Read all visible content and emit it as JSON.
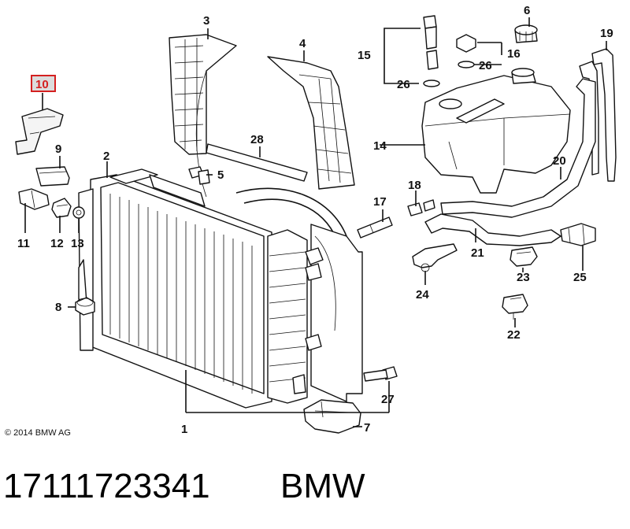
{
  "labels": {
    "l1": "1",
    "l2": "2",
    "l3": "3",
    "l4": "4",
    "l5": "5",
    "l6": "6",
    "l7": "7",
    "l8": "8",
    "l9": "9",
    "l10": "10",
    "l11": "11",
    "l12": "12",
    "l13": "13",
    "l14": "14",
    "l15": "15",
    "l16": "16",
    "l17": "17",
    "l18": "18",
    "l19": "19",
    "l20": "20",
    "l21": "21",
    "l22": "22",
    "l23": "23",
    "l24": "24",
    "l25": "25",
    "l26a": "26",
    "l26b": "26",
    "l27": "27",
    "l28": "28"
  },
  "copyright": "© 2014 BMW AG",
  "footer": {
    "part_number": "17111723341",
    "brand": "BMW"
  },
  "highlight": {
    "label": "10",
    "color": "#d42020",
    "fill": "#dcdcdc"
  }
}
